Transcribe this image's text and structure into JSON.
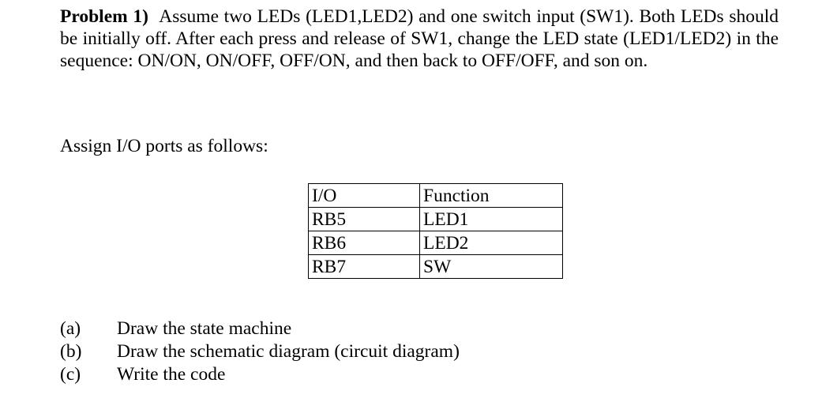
{
  "problem": {
    "heading": "Problem 1)",
    "body": "Assume two LEDs (LED1,LED2) and one switch input (SW1). Both LEDs should be initially off. After each press and release of SW1, change the LED state (LED1/LED2) in the sequence: ON/ON, ON/OFF, OFF/ON, and then back to OFF/OFF, and son on."
  },
  "assign_text": "Assign I/O ports as follows:",
  "table": {
    "headers": [
      "I/O",
      "Function"
    ],
    "rows": [
      [
        "RB5",
        "LED1"
      ],
      [
        "RB6",
        "LED2"
      ],
      [
        "RB7",
        "SW"
      ]
    ]
  },
  "tasks": [
    {
      "marker": "(a)",
      "text": "Draw the state machine"
    },
    {
      "marker": "(b)",
      "text": "Draw the schematic diagram (circuit diagram)"
    },
    {
      "marker": "(c)",
      "text": "Write the code"
    }
  ]
}
